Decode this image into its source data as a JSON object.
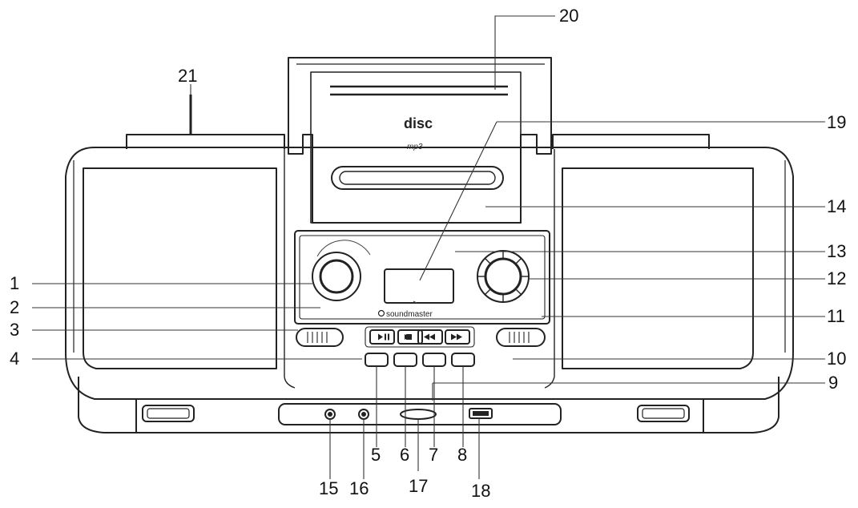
{
  "diagram": {
    "brand": "soundmaster",
    "disc_logo": "disc",
    "mp3_logo": "mp3",
    "callouts": [
      {
        "id": "1",
        "label": "1"
      },
      {
        "id": "2",
        "label": "2"
      },
      {
        "id": "3",
        "label": "3"
      },
      {
        "id": "4",
        "label": "4"
      },
      {
        "id": "5",
        "label": "5"
      },
      {
        "id": "6",
        "label": "6"
      },
      {
        "id": "7",
        "label": "7"
      },
      {
        "id": "8",
        "label": "8"
      },
      {
        "id": "9",
        "label": "9"
      },
      {
        "id": "10",
        "label": "10"
      },
      {
        "id": "11",
        "label": "11"
      },
      {
        "id": "12",
        "label": "12"
      },
      {
        "id": "13",
        "label": "13"
      },
      {
        "id": "14",
        "label": "14"
      },
      {
        "id": "15",
        "label": "15"
      },
      {
        "id": "16",
        "label": "16"
      },
      {
        "id": "17",
        "label": "17"
      },
      {
        "id": "18",
        "label": "18"
      },
      {
        "id": "19",
        "label": "19"
      },
      {
        "id": "20",
        "label": "20"
      },
      {
        "id": "21",
        "label": "21"
      }
    ]
  }
}
